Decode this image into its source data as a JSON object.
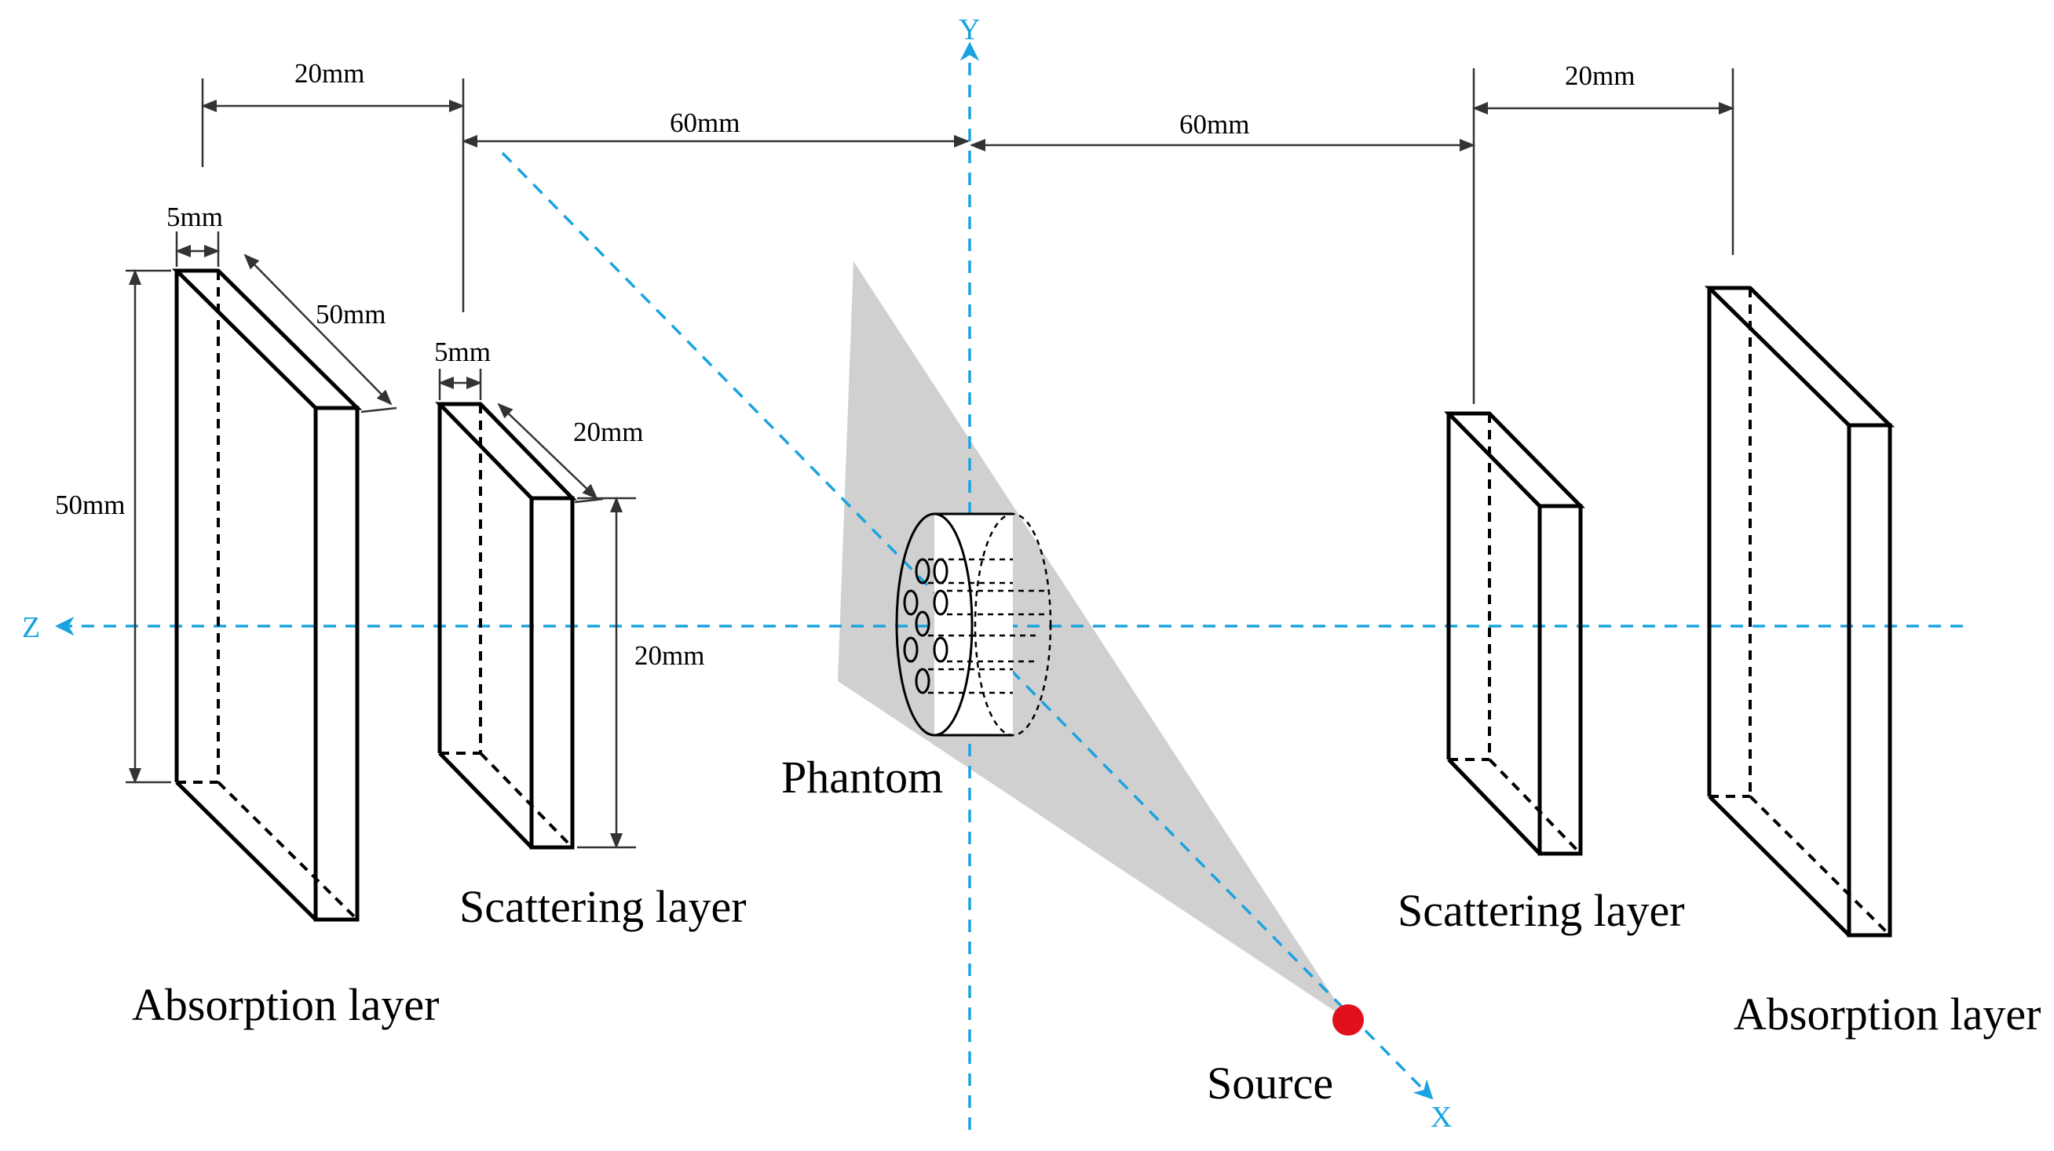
{
  "colors": {
    "axis": "#1aa3e0",
    "source": "#e0101c",
    "beam": "#c8c8c8",
    "stroke": "#000000"
  },
  "axes": {
    "x": "X",
    "y": "Y",
    "z": "Z"
  },
  "labels": {
    "left_absorption": "Absorption layer",
    "left_scattering": "Scattering layer",
    "phantom": "Phantom",
    "source": "Source",
    "right_scattering": "Scattering layer",
    "right_absorption": "Absorption layer"
  },
  "dimensions": {
    "left_spacing": "20mm",
    "left_distance": "60mm",
    "right_distance": "60mm",
    "right_spacing": "20mm",
    "absorption_thickness": "5mm",
    "absorption_depth": "50mm",
    "absorption_height": "50mm",
    "scattering_thickness": "5mm",
    "scattering_depth": "20mm",
    "scattering_height": "20mm"
  }
}
